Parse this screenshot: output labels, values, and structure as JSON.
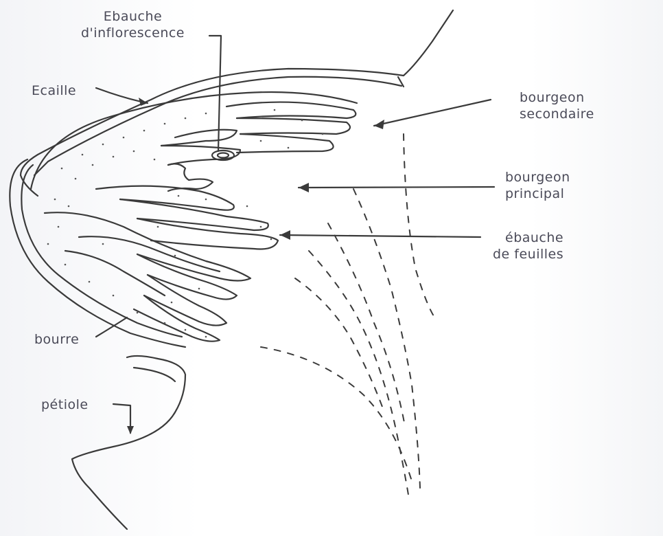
{
  "labels": {
    "ebauche_inflorescence": [
      "Ebauche",
      "d'inflorescence"
    ],
    "ecaille": "Ecaille",
    "bourgeon_secondaire": [
      "bourgeon",
      "secondaire"
    ],
    "bourgeon_principal": [
      "bourgeon",
      "principal"
    ],
    "ebauche_feuilles": [
      "ébauche",
      "de feuilles"
    ],
    "bourre": "bourre",
    "petiole": "pétiole"
  },
  "colors": {
    "ink": "#3a3a3a",
    "text": "#4a4a58"
  }
}
